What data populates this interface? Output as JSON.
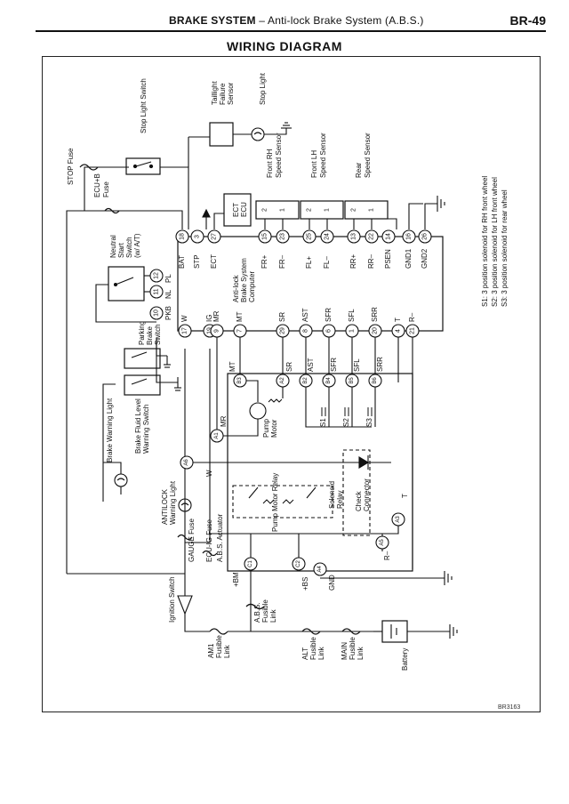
{
  "header": {
    "title_bold": "BRAKE SYSTEM",
    "title_rest": " – Anti-lock Brake System (A.B.S.)",
    "page": "BR-49"
  },
  "diagram_title": "WIRING DIAGRAM",
  "figure_code": "BR3163",
  "labels": {
    "stop_fuse": "STOP Fuse",
    "ecu_b_fuse_1": "ECU+B",
    "ecu_b_fuse_2": "Fuse",
    "stop_light_switch": "Stop Light Switch",
    "taillight_1": "Taillight",
    "taillight_2": "Failure",
    "taillight_3": "Sensor",
    "stop_light": "Stop Light",
    "front_rh_1": "Front RH",
    "front_rh_2": "Speed Sensor",
    "front_lh_1": "Front LH",
    "front_lh_2": "Speed Sensor",
    "rear_1": "Rear",
    "rear_2": "Speed Sensor",
    "ect_ecu_1": "ECT",
    "ect_ecu_2": "ECU",
    "neutral_1": "Neutral",
    "neutral_2": "Start",
    "neutral_3": "Switch",
    "neutral_4": "(w/ A/T)",
    "parking_1": "Parking",
    "parking_2": "Brake",
    "parking_3": "Switch",
    "abs_computer_1": "Anti-lock",
    "abs_computer_2": "Brake System",
    "abs_computer_3": "Computer",
    "brake_warning_light": "Brake Warning Light",
    "brake_fluid_1": "Brake Fluid Level",
    "brake_fluid_2": "Warning Switch",
    "antilock_1": "ANTILOCK",
    "antilock_2": "Warning Light",
    "gauge_fuse": "GAUGE Fuse",
    "ecu_ig_fuse": "ECU-IG Fuse",
    "abs_actuator": "A.B.S. Actuator",
    "ignition_switch": "Ignition Switch",
    "pump_motor_1": "Pump",
    "pump_motor_2": "Motor",
    "pump_motor_relay": "Pump Motor Relay",
    "solenoid_relay_1": "Solenoid",
    "solenoid_relay_2": "Relay",
    "check_connector_1": "Check",
    "check_connector_2": "Connector",
    "am1_1": "AM1",
    "am1_2": "Fusible",
    "am1_3": "Link",
    "abs_fl_1": "A.B.S.",
    "abs_fl_2": "Fusible",
    "abs_fl_3": "Link",
    "alt_1": "ALT",
    "alt_2": "Fusible",
    "alt_3": "Link",
    "main_1": "MAIN",
    "main_2": "Fusible",
    "main_3": "Link",
    "battery": "Battery",
    "bm": "+BM",
    "bs": "+BS",
    "gnd": "GND",
    "r_minus": "R–",
    "t": "T",
    "w": "W",
    "mr": "MR",
    "mt": "MT",
    "sr": "SR",
    "ast": "AST",
    "sfr": "SFR",
    "sfl": "SFL",
    "srr": "SRR",
    "s1": "S1",
    "s2": "S2",
    "s3": "S3"
  },
  "ecu_pins": [
    {
      "num": "18",
      "name": "BAT"
    },
    {
      "num": "3",
      "name": "STP"
    },
    {
      "num": "27",
      "name": "ECT"
    },
    {
      "num": "15",
      "name": "FR+"
    },
    {
      "num": "23",
      "name": "FR–"
    },
    {
      "num": "25",
      "name": "FL+"
    },
    {
      "num": "24",
      "name": "FL–"
    },
    {
      "num": "13",
      "name": "RR+"
    },
    {
      "num": "22",
      "name": "RR–"
    },
    {
      "num": "14",
      "name": "PSEN"
    },
    {
      "num": "16",
      "name": "GND1"
    },
    {
      "num": "26",
      "name": "GND2"
    },
    {
      "num": "12",
      "name": "PL"
    },
    {
      "num": "11",
      "name": "NL"
    },
    {
      "num": "10",
      "name": "PKB"
    },
    {
      "num": "17",
      "name": "W"
    },
    {
      "num": "19",
      "name": "IG"
    },
    {
      "num": "9",
      "name": "MR"
    },
    {
      "num": "7",
      "name": "MT"
    },
    {
      "num": "29",
      "name": "SR"
    },
    {
      "num": "8",
      "name": "AST"
    },
    {
      "num": "6",
      "name": "SFR"
    },
    {
      "num": "1",
      "name": "SFL"
    },
    {
      "num": "20",
      "name": "SRR"
    },
    {
      "num": "4",
      "name": "T"
    },
    {
      "num": "21",
      "name": "R–"
    }
  ],
  "actuator_pins": [
    "B3",
    "A2",
    "B2",
    "B4",
    "B5",
    "B6",
    "A1",
    "A6",
    "C1",
    "C2",
    "A4",
    "A5",
    "A3"
  ],
  "sensor_pins": [
    "2",
    "1"
  ],
  "legend": [
    "S1: 3 position solenoid for RH front wheel",
    "S2: 3 position solenoid for LH front wheel",
    "S3: 3 position solenoid for rear wheel"
  ]
}
